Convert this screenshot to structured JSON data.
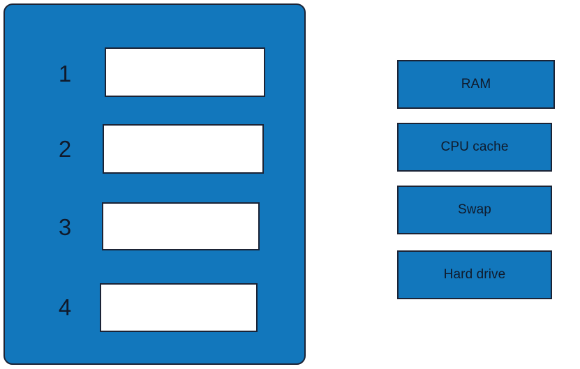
{
  "colors": {
    "tile_blue": "#1277bc",
    "outline_navy": "#1b2335",
    "drop_zone_fill": "#ffffff",
    "text_navy": "#101a2b",
    "page_background": "#ffffff"
  },
  "drop_panel": {
    "slots": [
      {
        "number": "1",
        "content": ""
      },
      {
        "number": "2",
        "content": ""
      },
      {
        "number": "3",
        "content": ""
      },
      {
        "number": "4",
        "content": ""
      }
    ]
  },
  "term_bank": {
    "tiles": [
      {
        "label": "RAM"
      },
      {
        "label": "CPU cache"
      },
      {
        "label": "Swap"
      },
      {
        "label": "Hard drive"
      }
    ]
  }
}
